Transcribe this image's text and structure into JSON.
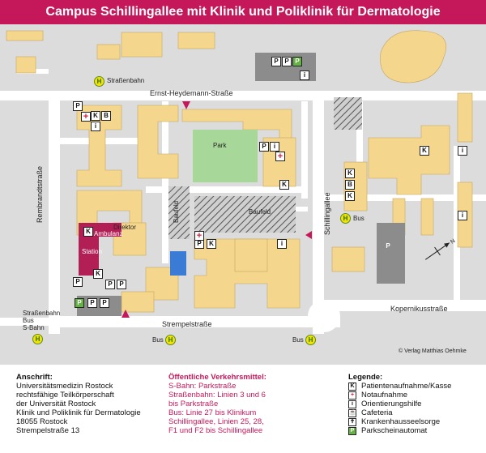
{
  "title": "Campus Schillingallee mit Klinik und Poliklinik für Dermatologie",
  "map": {
    "streets": {
      "ernst_heydemann": "Ernst-Heydemann-Straße",
      "rembrandt": "Rembrandtstraße",
      "schillingallee": "Schillingallee",
      "strempel": "Strempelstraße",
      "kopernikus": "Kopernikusstraße"
    },
    "areas": {
      "park": "Park",
      "baufeld_a": "Baufeld",
      "baufeld_b": "Baufeld",
      "direktor": "Direktor",
      "ambulanz": "Ambulanz",
      "station": "Station"
    },
    "transit": {
      "strassenbahn_top": "Straßenbahn",
      "bus_right": "Bus",
      "bus_bottom_left": "Bus",
      "bus_bottom_mid": "Bus",
      "left_stack": [
        "Straßenbahn",
        "Bus",
        "S-Bahn"
      ]
    },
    "copyright": "© Verlag Matthias Oehmke"
  },
  "icons": {
    "parking": "P",
    "info": "i",
    "cashier": "K",
    "cafeteria": "B",
    "hbus": "H",
    "ps": "P"
  },
  "address": {
    "heading": "Anschrift:",
    "lines": [
      "Universitätsmedizin Rostock",
      "rechtsfähige Teilkörperschaft",
      "der Universität Rostock",
      "Klinik und Poliklinik für Dermatologie",
      "18055 Rostock",
      "Strempelstraße 13"
    ]
  },
  "transport": {
    "heading": "Öffentliche Verkehrsmittel:",
    "lines": [
      "S-Bahn: Parkstraße",
      "Straßenbahn: Linien 3 und 6",
      "bis Parkstraße",
      "Bus: Linie 27 bis Klinikum",
      "Schillingallee, Linien 25, 28,",
      "F1 und F2 bis Schillingallee"
    ]
  },
  "legend": {
    "heading": "Legende:",
    "items": [
      {
        "label": "Patientenaufnahme/Kasse",
        "icon": "K"
      },
      {
        "label": "Notaufnahme",
        "icon": "+"
      },
      {
        "label": "Orientierungshilfe",
        "icon": "i"
      },
      {
        "label": "Cafeteria",
        "icon": "☕"
      },
      {
        "label": "Krankenhausseelsorge",
        "icon": "✝"
      },
      {
        "label": "Parkscheinautomat",
        "icon": "P"
      }
    ]
  },
  "colors": {
    "banner": "#c4185a",
    "building": "#f5d68d",
    "road": "#ffffff",
    "ground": "#dcdcdc",
    "park": "#a8d79a",
    "highlight": "#b21f55",
    "parking_lot": "#8c8c8c"
  }
}
